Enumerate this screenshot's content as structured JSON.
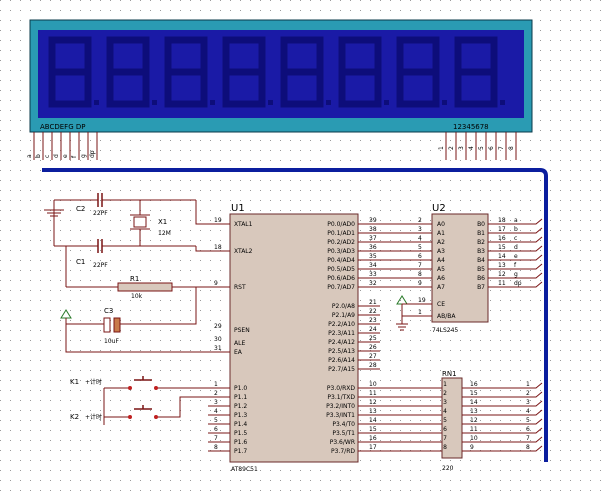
{
  "lcd": {
    "left_label": "ABCDEFG  DP",
    "right_label": "12345678",
    "digit_count": 8,
    "pins_left": [
      "a",
      "b",
      "c",
      "d",
      "e",
      "f",
      "g",
      "dp"
    ],
    "pins_right": [
      "1",
      "2",
      "3",
      "4",
      "5",
      "6",
      "7",
      "8"
    ]
  },
  "u1": {
    "ref": "U1",
    "part": "AT89C51",
    "left": [
      {
        "n": "19",
        "l": "XTAL1"
      },
      {
        "n": "18",
        "l": "XTAL2"
      },
      {
        "n": "9",
        "l": "RST"
      },
      {
        "n": "29",
        "l": "PSEN"
      },
      {
        "n": "30",
        "l": "ALE"
      },
      {
        "n": "31",
        "l": "EA"
      },
      {
        "n": "1",
        "l": "P1.0"
      },
      {
        "n": "2",
        "l": "P1.1"
      },
      {
        "n": "3",
        "l": "P1.2"
      },
      {
        "n": "4",
        "l": "P1.3"
      },
      {
        "n": "5",
        "l": "P1.4"
      },
      {
        "n": "6",
        "l": "P1.5"
      },
      {
        "n": "7",
        "l": "P1.6"
      },
      {
        "n": "8",
        "l": "P1.7"
      }
    ],
    "right": [
      {
        "n": "39",
        "l": "P0.0/AD0"
      },
      {
        "n": "38",
        "l": "P0.1/AD1"
      },
      {
        "n": "37",
        "l": "P0.2/AD2"
      },
      {
        "n": "36",
        "l": "P0.3/AD3"
      },
      {
        "n": "35",
        "l": "P0.4/AD4"
      },
      {
        "n": "34",
        "l": "P0.5/AD5"
      },
      {
        "n": "33",
        "l": "P0.6/AD6"
      },
      {
        "n": "32",
        "l": "P0.7/AD7"
      },
      {
        "n": "21",
        "l": "P2.0/A8"
      },
      {
        "n": "22",
        "l": "P2.1/A9"
      },
      {
        "n": "23",
        "l": "P2.2/A10"
      },
      {
        "n": "24",
        "l": "P2.3/A11"
      },
      {
        "n": "25",
        "l": "P2.4/A12"
      },
      {
        "n": "26",
        "l": "P2.5/A13"
      },
      {
        "n": "27",
        "l": "P2.6/A14"
      },
      {
        "n": "28",
        "l": "P2.7/A15"
      },
      {
        "n": "10",
        "l": "P3.0/RXD"
      },
      {
        "n": "11",
        "l": "P3.1/TXD"
      },
      {
        "n": "12",
        "l": "P3.2/INT0"
      },
      {
        "n": "13",
        "l": "P3.3/INT1"
      },
      {
        "n": "14",
        "l": "P3.4/T0"
      },
      {
        "n": "15",
        "l": "P3.5/T1"
      },
      {
        "n": "16",
        "l": "P3.6/WR"
      },
      {
        "n": "17",
        "l": "P3.7/RD"
      }
    ]
  },
  "u2": {
    "ref": "U2",
    "part": "74LS245",
    "left": [
      {
        "n": "2",
        "l": "A0"
      },
      {
        "n": "3",
        "l": "A1"
      },
      {
        "n": "4",
        "l": "A2"
      },
      {
        "n": "5",
        "l": "A3"
      },
      {
        "n": "6",
        "l": "A4"
      },
      {
        "n": "7",
        "l": "A5"
      },
      {
        "n": "8",
        "l": "A6"
      },
      {
        "n": "9",
        "l": "A7"
      },
      {
        "n": "19",
        "l": "CE"
      },
      {
        "n": "1",
        "l": "AB/BA"
      }
    ],
    "right": [
      {
        "n": "18",
        "l": "B0",
        "net": "a"
      },
      {
        "n": "17",
        "l": "B1",
        "net": "b"
      },
      {
        "n": "16",
        "l": "B2",
        "net": "c"
      },
      {
        "n": "15",
        "l": "B3",
        "net": "d"
      },
      {
        "n": "14",
        "l": "B4",
        "net": "e"
      },
      {
        "n": "13",
        "l": "B5",
        "net": "f"
      },
      {
        "n": "12",
        "l": "B6",
        "net": "g"
      },
      {
        "n": "11",
        "l": "B7",
        "net": "dp"
      }
    ]
  },
  "rn1": {
    "ref": "RN1",
    "value": "220",
    "left": [
      "1",
      "2",
      "3",
      "4",
      "5",
      "6",
      "7",
      "8"
    ],
    "pins": [
      "16",
      "15",
      "14",
      "13",
      "12",
      "11",
      "10",
      "9"
    ],
    "right": [
      "1",
      "2",
      "3",
      "4",
      "5",
      "6",
      "7",
      "8"
    ]
  },
  "passives": {
    "c2_ref": "C2",
    "c2_val": "22PF",
    "c1_ref": "C1",
    "c1_val": "22PF",
    "x1_ref": "X1",
    "x1_val": "12M",
    "r1_ref": "R1",
    "r1_val": "10k",
    "c3_ref": "C3",
    "c3_val": "10uF"
  },
  "keys": {
    "k1": "K1",
    "k2": "K2",
    "k1_label": "+计时",
    "k2_label": "+计时"
  },
  "colors": {
    "lcd_frame": "#2a9bb3",
    "lcd_screen": "#1a1aa6",
    "lcd_segment": "#0d0d7a",
    "chip_fill": "#d8c8bc",
    "wire": "#7a1414",
    "bus": "#0b1e9e"
  }
}
